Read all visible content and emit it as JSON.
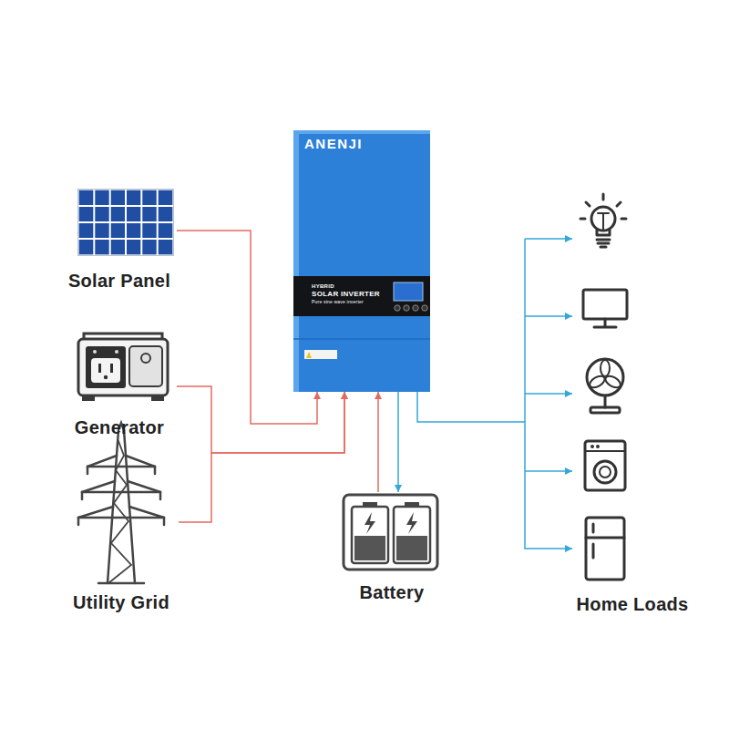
{
  "diagram": {
    "nodes": [
      {
        "text": [
          "Solar Panel"
        ]
      },
      {
        "text": [
          "Generator"
        ]
      },
      {
        "text": [
          "Utility Grid"
        ]
      },
      {
        "text": [
          "ANENJI",
          "HYBRID",
          "SOLAR INVERTER",
          "Pure sine wave inverter"
        ]
      },
      {
        "text": [
          "Battery"
        ]
      },
      {
        "text": [
          "Home Loads"
        ]
      }
    ],
    "edges": [
      {
        "from": 0,
        "to": 3,
        "arrow": "to"
      },
      {
        "from": 1,
        "to": 3,
        "arrow": "to"
      },
      {
        "from": 2,
        "to": 3,
        "arrow": "to"
      },
      {
        "from": 4,
        "to": 3,
        "arrow": "to"
      },
      {
        "from": 3,
        "to": 4,
        "arrow": "to"
      },
      {
        "from": 3,
        "to": 5,
        "arrow": "to"
      }
    ]
  }
}
